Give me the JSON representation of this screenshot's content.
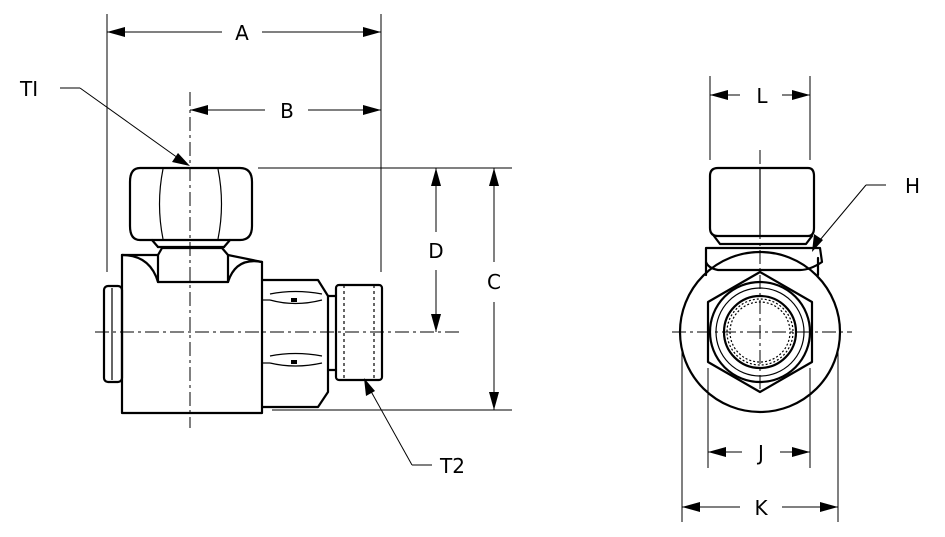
{
  "labels": {
    "A": "A",
    "B": "B",
    "C": "C",
    "D": "D",
    "T1": "TI",
    "T2": "T2",
    "H": "H",
    "J": "J",
    "K": "K",
    "L": "L"
  }
}
